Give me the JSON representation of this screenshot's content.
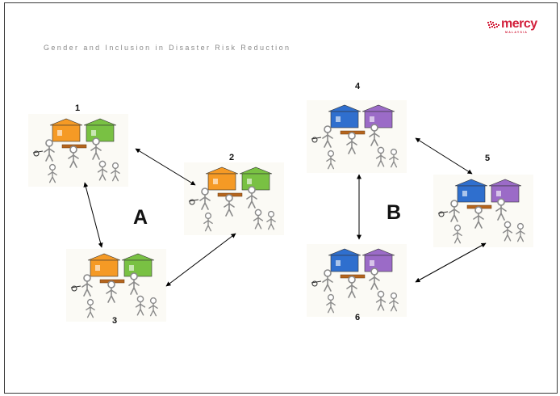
{
  "header": {
    "subtitle": "Gender and Inclusion in Disaster Risk Reduction"
  },
  "logo": {
    "text": "mercy",
    "subtext": "MALAYSIA"
  },
  "groups": [
    {
      "letter": "A",
      "house_colors": [
        "#f59a25",
        "#79c143"
      ]
    },
    {
      "letter": "B",
      "house_colors": [
        "#2f6fce",
        "#9b6bc7"
      ]
    }
  ],
  "communities": [
    {
      "number": "1",
      "group": "A"
    },
    {
      "number": "2",
      "group": "A"
    },
    {
      "number": "3",
      "group": "A"
    },
    {
      "number": "4",
      "group": "B"
    },
    {
      "number": "5",
      "group": "B"
    },
    {
      "number": "6",
      "group": "B"
    }
  ],
  "colors": {
    "accent": "#d21e3a",
    "people": "#8a8a8a",
    "table": "#b5651d"
  }
}
